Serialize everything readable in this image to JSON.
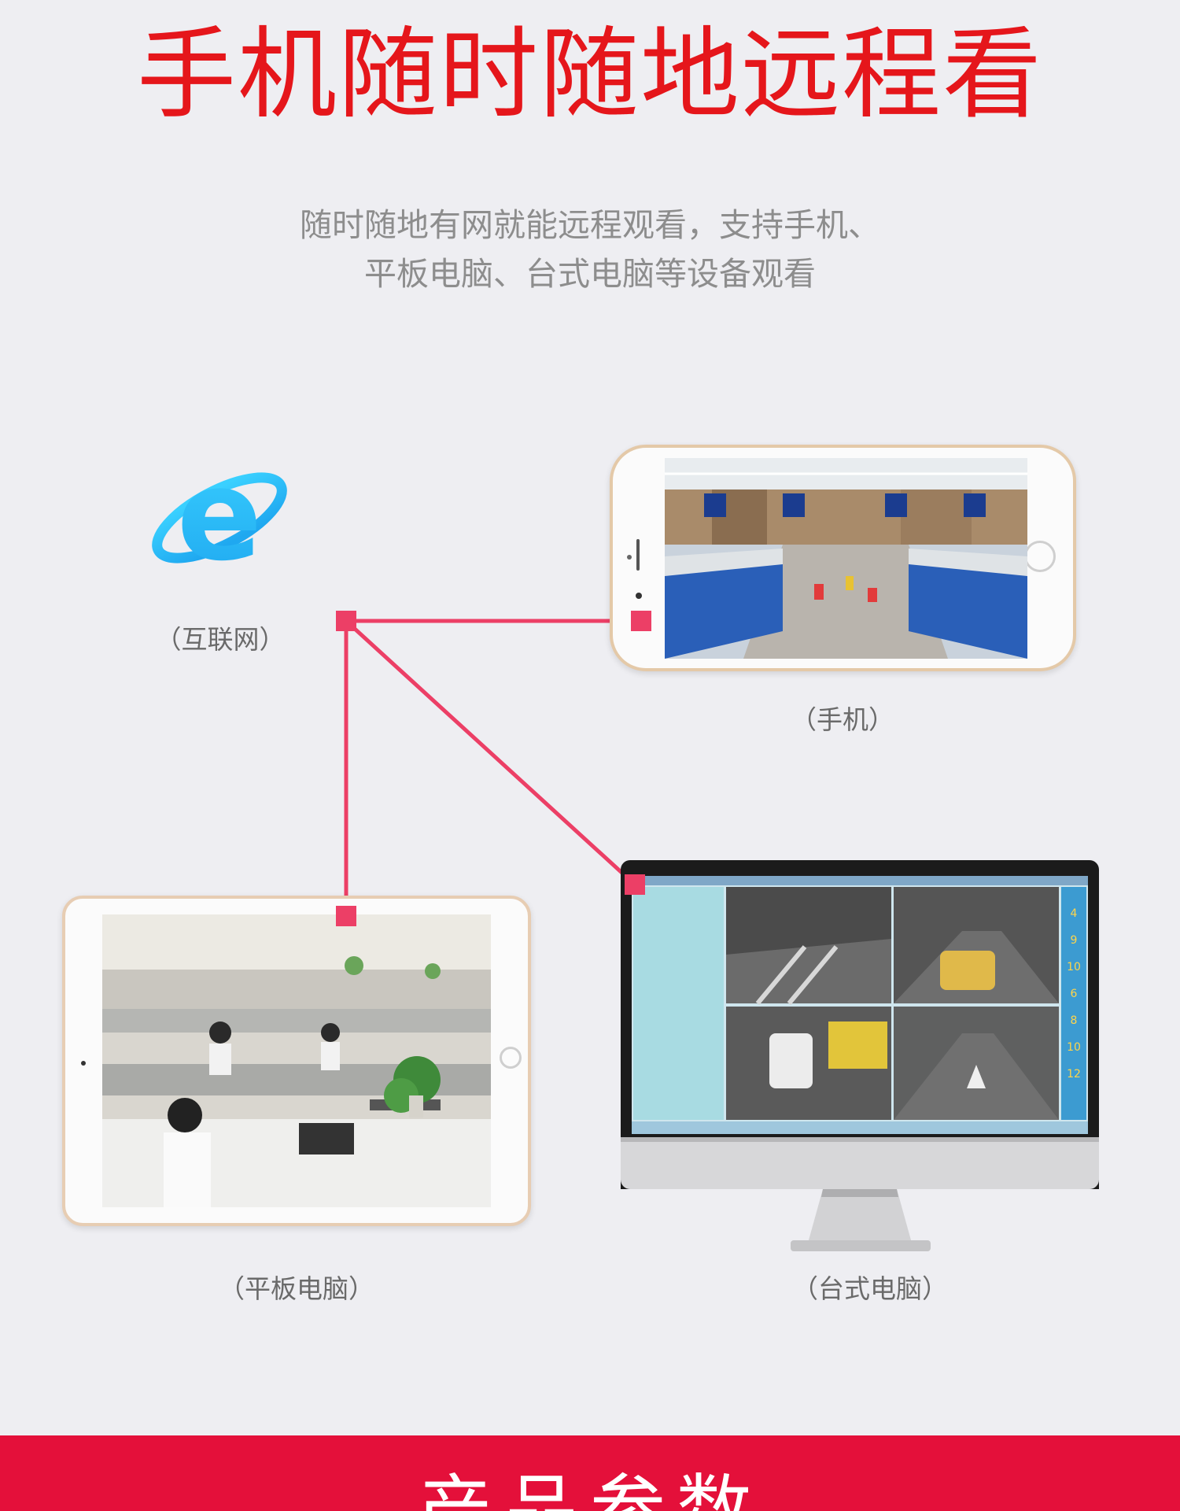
{
  "headline": {
    "text": "手机随时随地远程看",
    "color": "#e5161b"
  },
  "subtitle": {
    "line1": "随时随地有网就能远程观看，支持手机、",
    "line2": "平板电脑、台式电脑等设备观看"
  },
  "internet": {
    "icon": "ie-browser-icon",
    "caption": "（互联网）"
  },
  "phone": {
    "caption": "（手机）",
    "screen_content": "supermarket-checkout-camera-view"
  },
  "tablet": {
    "caption": "（平板电脑）",
    "screen_content": "office-camera-view"
  },
  "desktop": {
    "caption": "（台式电脑）",
    "screen_content": "multi-channel-traffic-monitoring-view",
    "channel_labels": [
      "4",
      "9",
      "10",
      "6",
      "8",
      "10",
      "12"
    ]
  },
  "connector_color": "#ec3f66",
  "bottom_banner": {
    "title": "产品参数",
    "color": "#e4103a"
  }
}
